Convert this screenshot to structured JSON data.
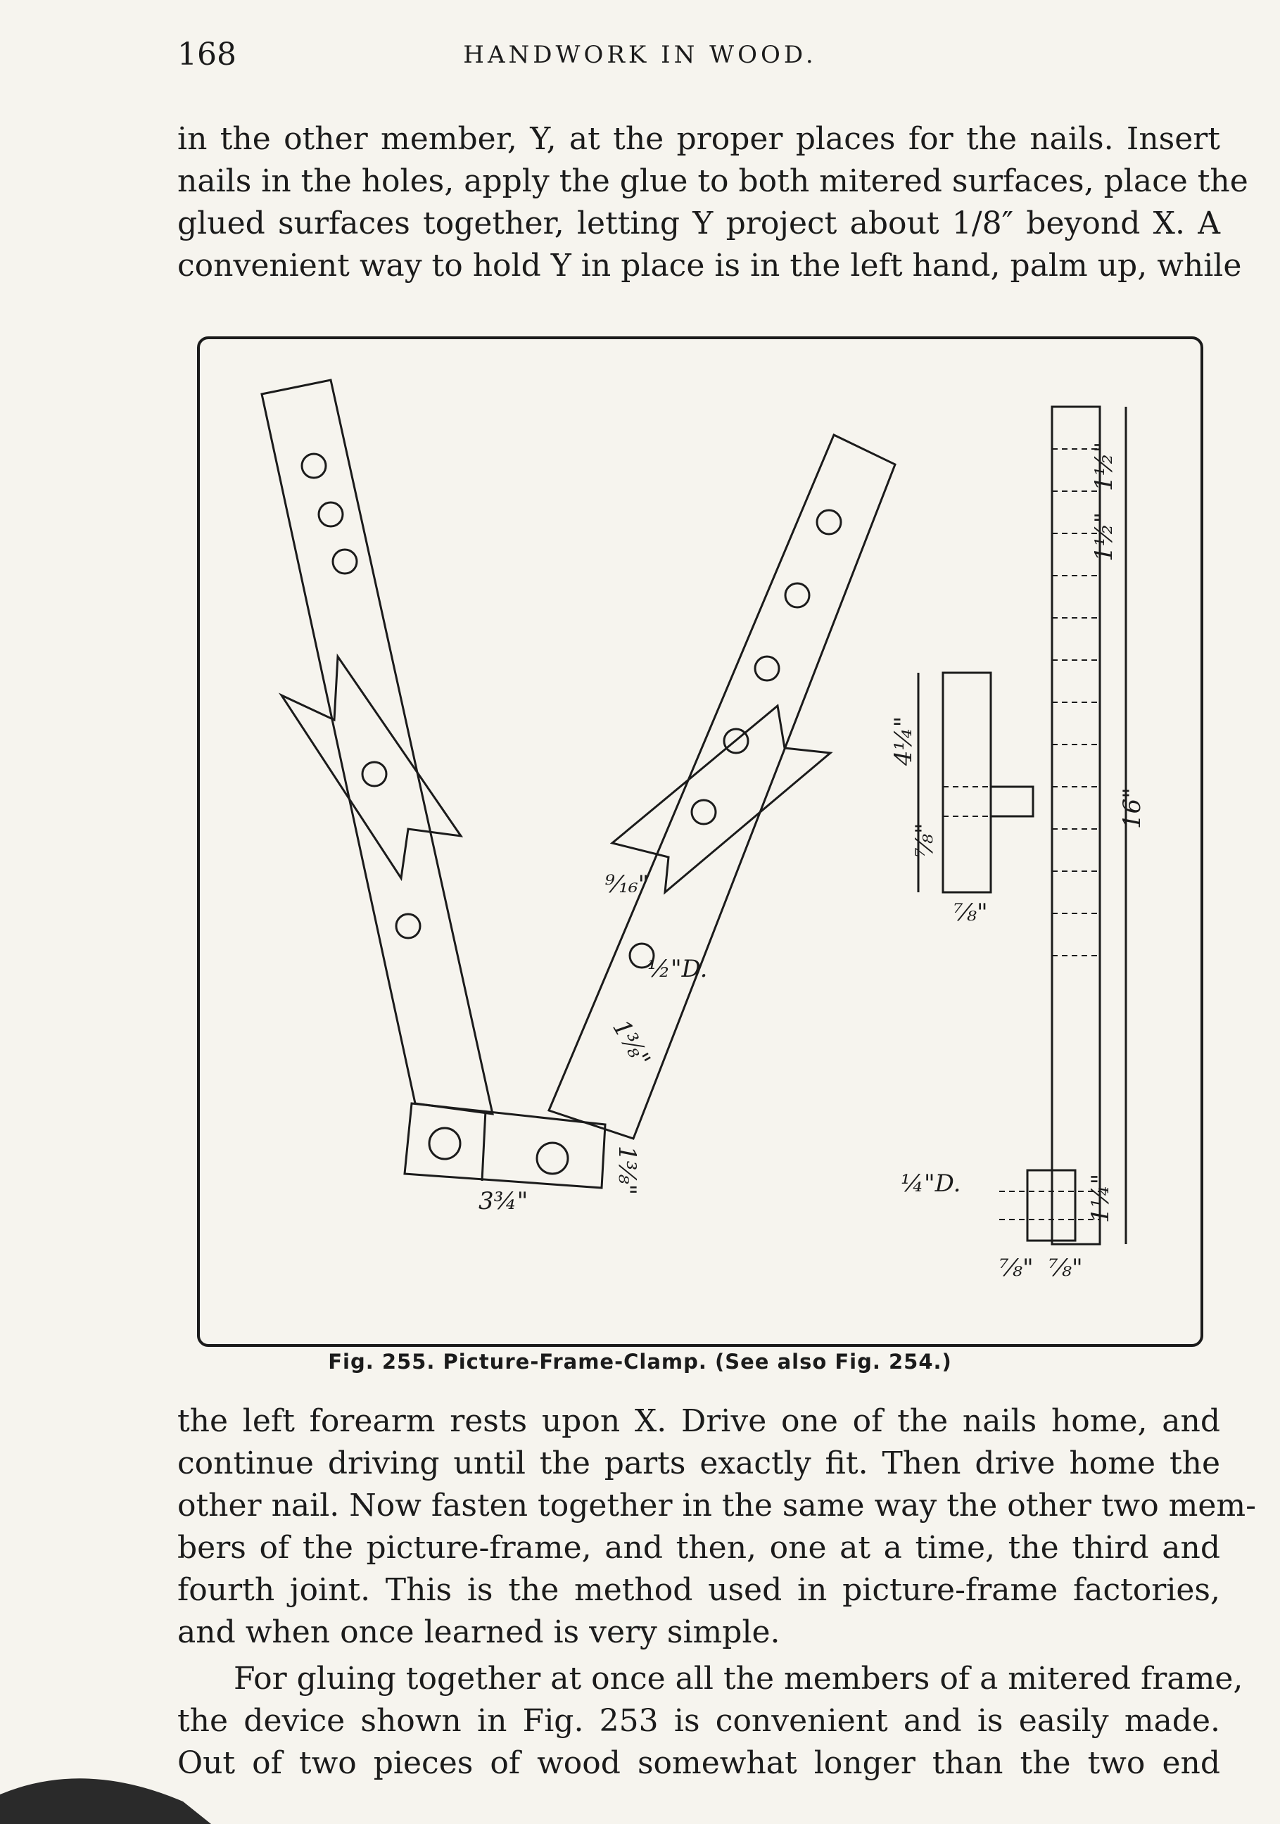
{
  "header": {
    "page_number": "168",
    "running_title": "HANDWORK IN WOOD."
  },
  "paragraphs": {
    "p1": [
      "in the other member, Y, at the proper places for the nails. Insert",
      "nails in the holes, apply the glue to both mitered surfaces, place the",
      "glued surfaces together, letting Y project about 1/8″ beyond X. A",
      "convenient way to hold Y in place is in the left hand, palm up, while"
    ],
    "p2": [
      "the left forearm rests upon X. Drive one of the nails home, and",
      "continue driving until the parts exactly fit. Then drive home the",
      "other nail. Now fasten together in the same way the other two mem-",
      "bers of the picture-frame, and then, one at a time, the third and",
      "fourth joint. This is the method used in picture-frame factories,",
      "and when once learned is very simple."
    ],
    "p3": [
      "For gluing together at once all the members of a mitered frame,",
      "the device shown in Fig. 253 is convenient and is easily made.",
      "Out of two pieces of wood somewhat longer than the two end"
    ]
  },
  "figure": {
    "caption": "Fig. 255. Picture-Frame-Clamp. (See also Fig. 254.)",
    "labels": {
      "hole_dia": "½\"D.",
      "arm_width": "1⅜\"",
      "base_length": "3¾\"",
      "base_height": "1⅜\"",
      "overall_length": "16\"",
      "top_spacing_a": "1½\"",
      "top_spacing_b": "1½\"",
      "block_height": "4¼\"",
      "block_inner": "⅞\"",
      "block_width": "⅞\"",
      "small_hole": "¼\"D.",
      "bottom_span": "1¼\"",
      "bottom_a": "⅞\"",
      "bottom_b": "⅞\"",
      "angle_note": "⁹⁄₁₆\""
    }
  }
}
